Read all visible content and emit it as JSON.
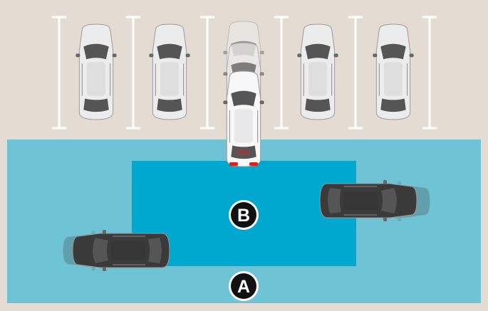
{
  "zones": [
    {
      "id": "zone-a",
      "label": "A",
      "color": "#6ec3d4"
    },
    {
      "id": "zone-b",
      "label": "B",
      "color": "#00a7cf"
    }
  ],
  "colors": {
    "ground": "#e4dcd2",
    "parking_lines": "#ffffff",
    "parked_car_body": "#ececec",
    "parked_car_glass": "#555555",
    "reversing_car_body": "#f7f7f7",
    "moving_car_body": "#3a3a3a",
    "tail_light": "#d9241c",
    "label_badge": "#111111",
    "label_text": "#ffffff"
  },
  "icons": [
    "parked-car-icon",
    "reversing-car-icon",
    "approaching-car-icon",
    "label-a-icon",
    "label-b-icon"
  ]
}
